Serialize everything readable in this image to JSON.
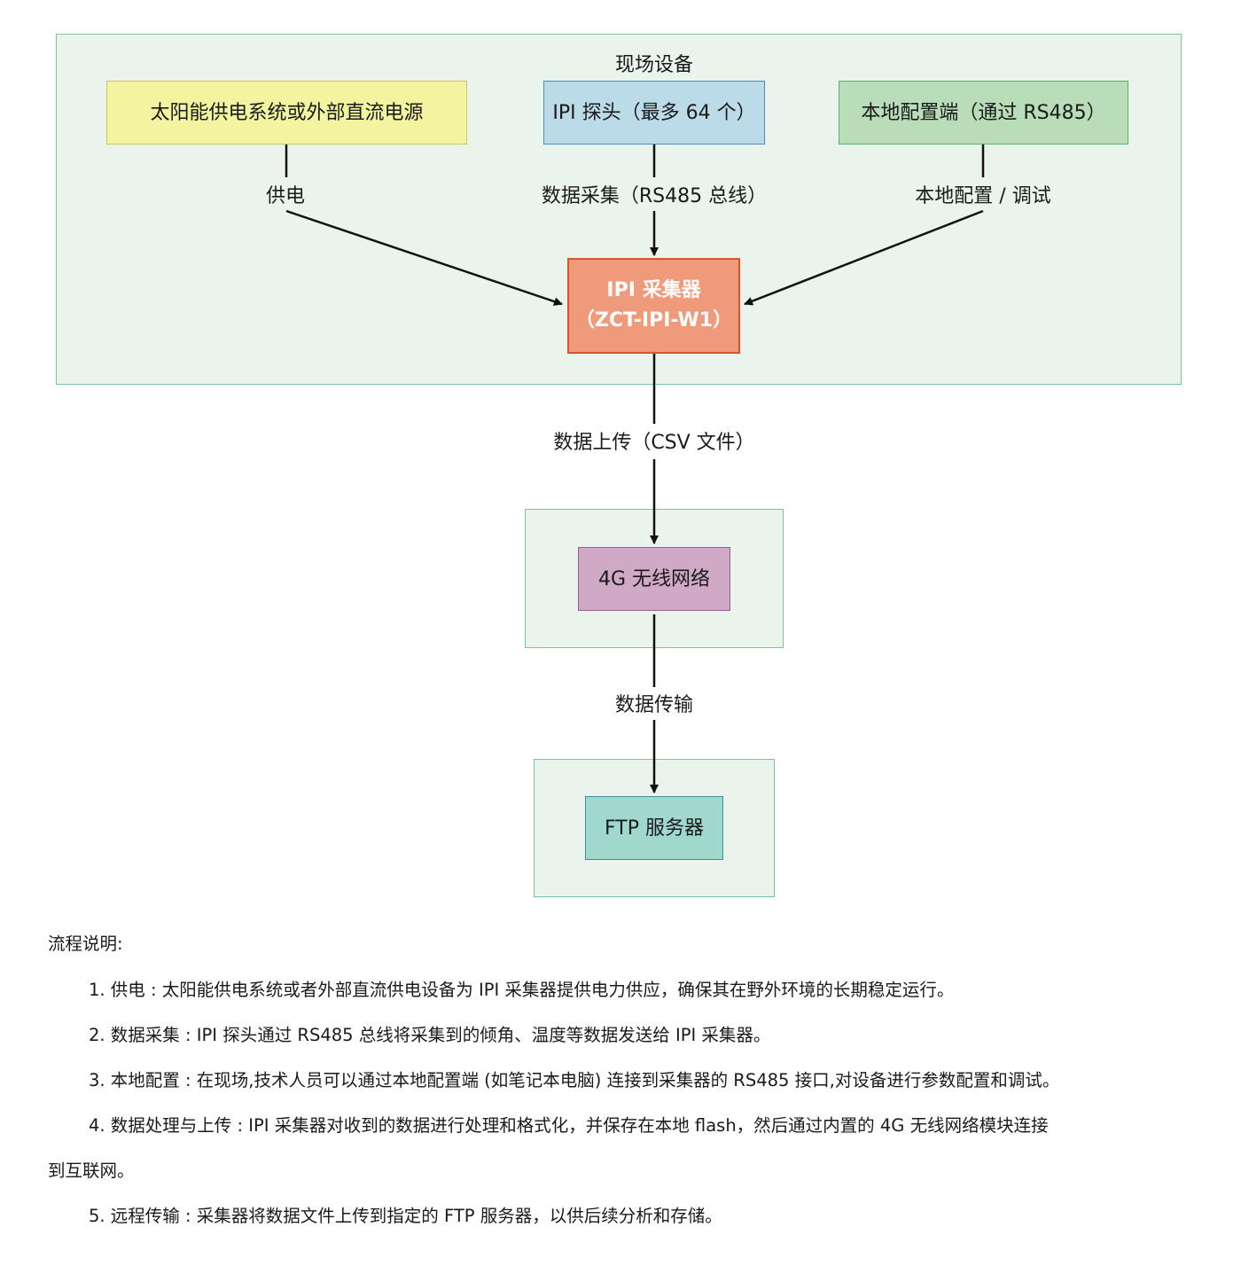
{
  "diagram": {
    "group_field": {
      "title": "现场设备"
    },
    "nodes": {
      "power": {
        "label": "太阳能供电系统或外部直流电源",
        "fill": "#f3f3a0",
        "border": "#c9c95a"
      },
      "probe": {
        "label": "IPI 探头（最多 64 个）",
        "fill": "#bcdbe8",
        "border": "#4a88c8"
      },
      "local_config": {
        "label": "本地配置端（通过 RS485）",
        "fill": "#b8ddb8",
        "border": "#5fae6a"
      },
      "collector": {
        "line1": "IPI 采集器",
        "line2": "（ZCT-IPI-W1）",
        "fill": "#ef9a7b",
        "border": "#d9532c",
        "text_color": "#ffffff"
      },
      "network": {
        "label": "4G 无线网络",
        "fill": "#d0a9c6",
        "border": "#9b5a92"
      },
      "ftp": {
        "label": "FTP 服务器",
        "fill": "#a0d8cc",
        "border": "#3f8fa0"
      }
    },
    "edges": {
      "power_to_collector": "供电",
      "probe_to_collector": "数据采集（RS485 总线）",
      "config_to_collector": "本地配置 / 调试",
      "collector_to_network": "数据上传（CSV 文件）",
      "network_to_ftp": "数据传输"
    },
    "colors": {
      "group_fill": "#eaf4ec",
      "group_border": "#7cc39a",
      "edge": "#111111"
    }
  },
  "notes": {
    "title": "流程说明:",
    "items": [
      "1. 供电 : 太阳能供电系统或者外部直流供电设备为 IPI 采集器提供电力供应，确保其在野外环境的长期稳定运行。",
      "2. 数据采集 : IPI 探头通过 RS485 总线将采集到的倾角、温度等数据发送给 IPI 采集器。",
      "3. 本地配置 : 在现场,技术人员可以通过本地配置端 (如笔记本电脑) 连接到采集器的 RS485 接口,对设备进行参数配置和调试。",
      "4. 数据处理与上传 : IPI 采集器对收到的数据进行处理和格式化，并保存在本地 flash，然后通过内置的 4G 无线网络模块连接",
      "到互联网。",
      "5. 远程传输 : 采集器将数据文件上传到指定的 FTP 服务器，以供后续分析和存储。"
    ]
  }
}
